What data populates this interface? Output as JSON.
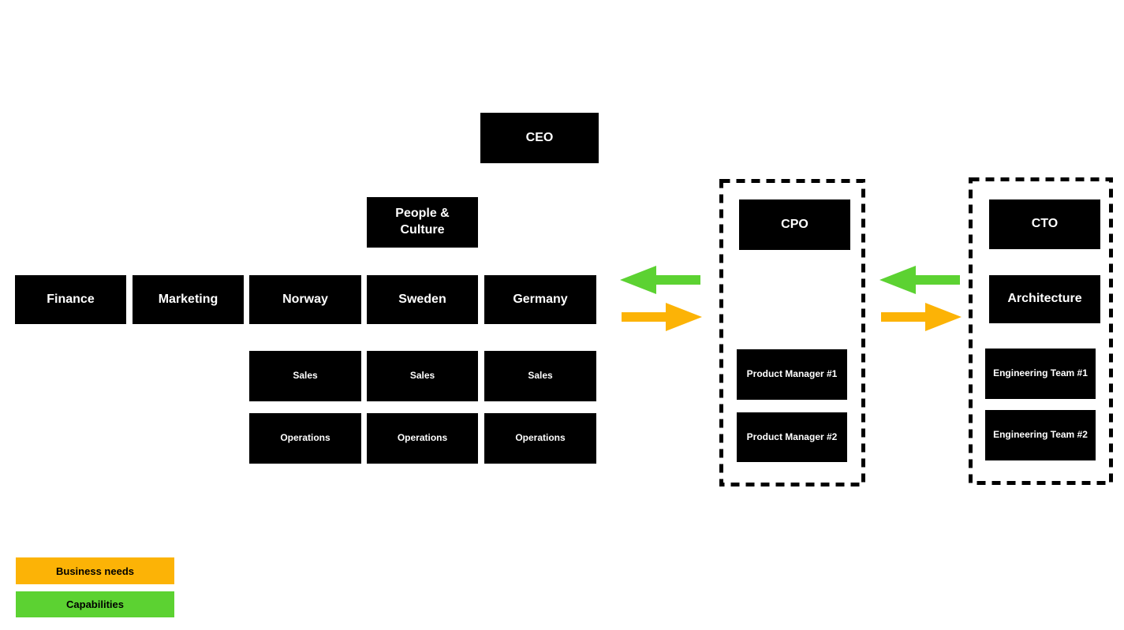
{
  "colors": {
    "background": "#ffffff",
    "node_background": "#000000",
    "node_text": "#ffffff",
    "group_border": "#000000",
    "business_needs_orange": "#fcb306",
    "capabilities_green": "#5cd232",
    "legend_text": "#000000"
  },
  "org_chart": {
    "executive": {
      "ceo": "CEO",
      "people_culture": "People & Culture"
    },
    "departments": {
      "finance": "Finance",
      "marketing": "Marketing"
    },
    "countries": {
      "norway": {
        "label": "Norway",
        "sales": "Sales",
        "operations": "Operations"
      },
      "sweden": {
        "label": "Sweden",
        "sales": "Sales",
        "operations": "Operations"
      },
      "germany": {
        "label": "Germany",
        "sales": "Sales",
        "operations": "Operations"
      }
    },
    "product_group": {
      "lead": "CPO",
      "product_manager_1": "Product Manager #1",
      "product_manager_2": "Product Manager #2"
    },
    "technology_group": {
      "lead": "CTO",
      "architecture": "Architecture",
      "engineering_team_1": "Engineering Team #1",
      "engineering_team_2": "Engineering Team #2"
    }
  },
  "arrows": {
    "capabilities_direction": "left",
    "business_needs_direction": "right"
  },
  "legend": {
    "business_needs": "Business needs",
    "capabilities": "Capabilities"
  }
}
